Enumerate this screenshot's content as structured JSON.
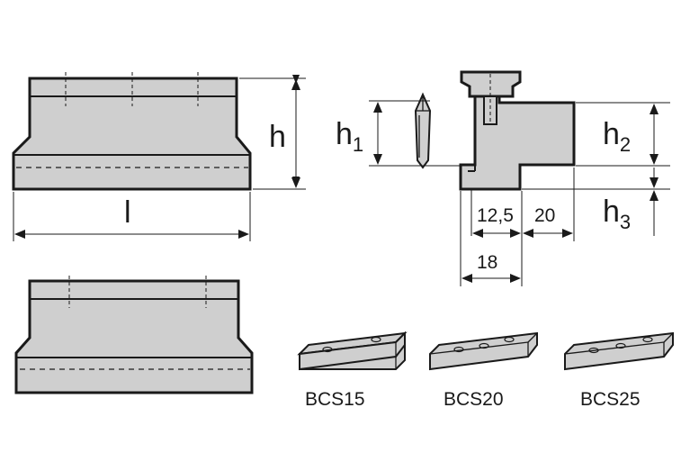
{
  "labels": {
    "h": "h",
    "l": "l",
    "h1_main": "h",
    "h1_sub": "1",
    "h2_main": "h",
    "h2_sub": "2",
    "h3_main": "h",
    "h3_sub": "3",
    "dim_12_5": "12,5",
    "dim_20": "20",
    "dim_18": "18"
  },
  "parts": [
    "BCS15",
    "BCS20",
    "BCS25"
  ],
  "colors": {
    "fill": "#cfcfcf",
    "ink": "#1a1a1a"
  }
}
